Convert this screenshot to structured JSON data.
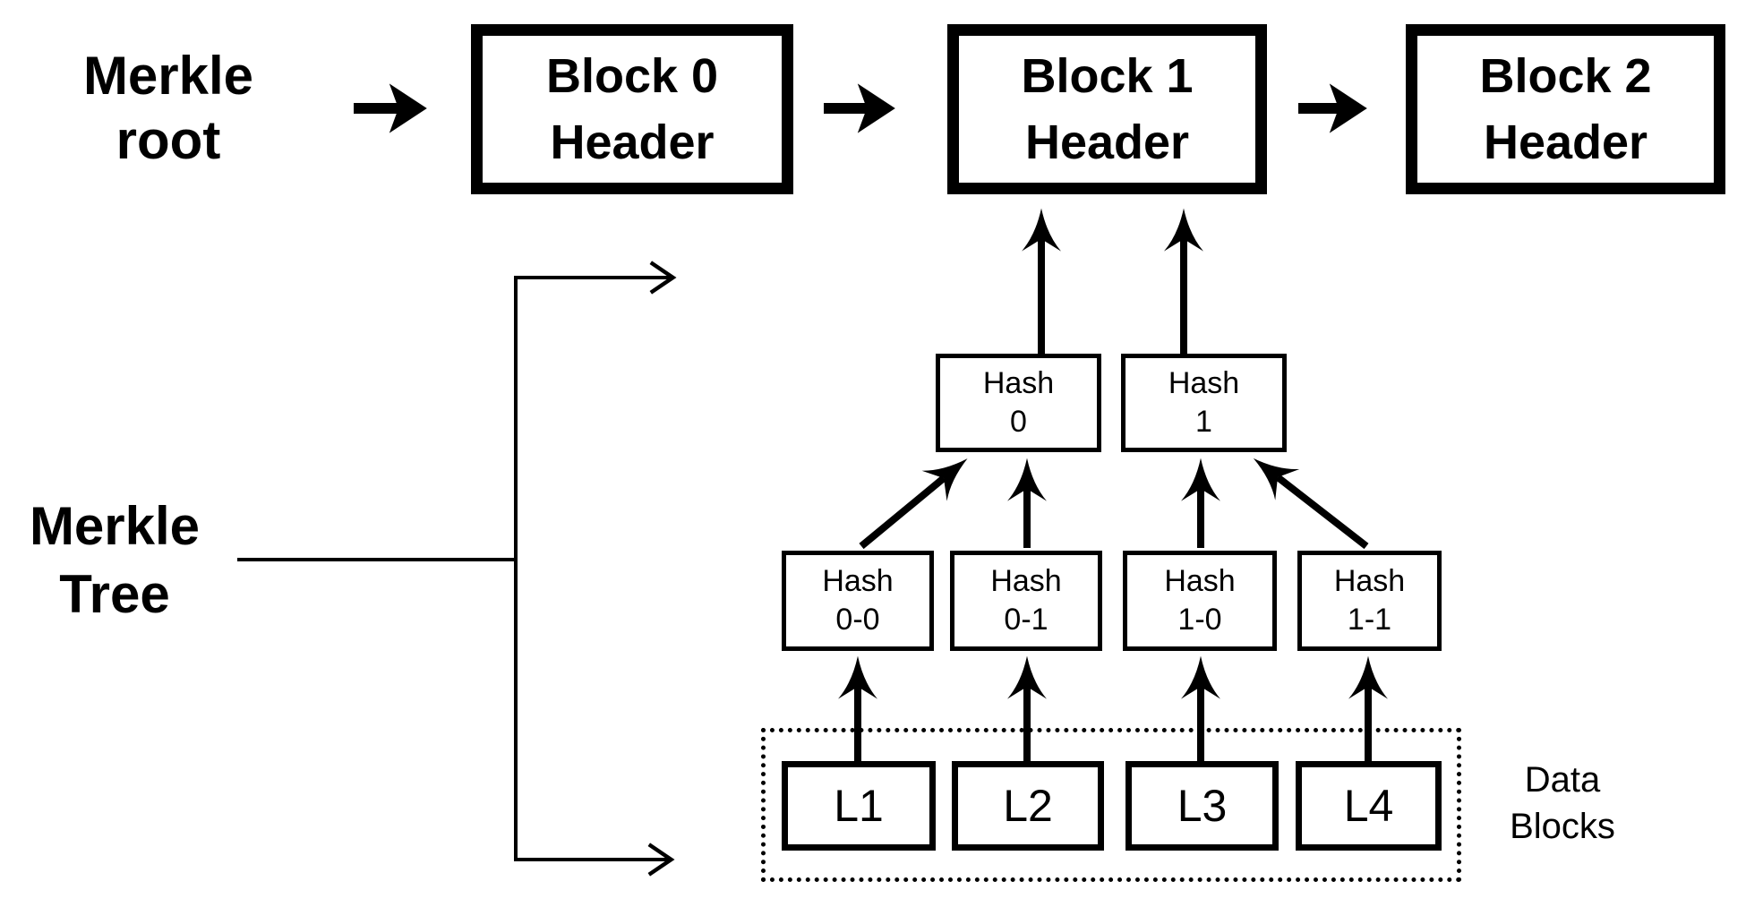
{
  "colors": {
    "ink": "#000000",
    "background": "#ffffff"
  },
  "chain": {
    "root_label": {
      "line1": "Merkle",
      "line2": "root"
    },
    "blocks": [
      {
        "line1": "Block 0",
        "line2": "Header"
      },
      {
        "line1": "Block 1",
        "line2": "Header"
      },
      {
        "line1": "Block 2",
        "line2": "Header"
      }
    ]
  },
  "tree": {
    "label": {
      "line1": "Merkle",
      "line2": "Tree"
    },
    "parent_hashes": [
      {
        "line1": "Hash",
        "line2": "0"
      },
      {
        "line1": "Hash",
        "line2": "1"
      }
    ],
    "leaf_hashes": [
      {
        "line1": "Hash",
        "line2": "0-0"
      },
      {
        "line1": "Hash",
        "line2": "0-1"
      },
      {
        "line1": "Hash",
        "line2": "1-0"
      },
      {
        "line1": "Hash",
        "line2": "1-1"
      }
    ]
  },
  "data_blocks": {
    "label": {
      "line1": "Data",
      "line2": "Blocks"
    },
    "items": [
      "L1",
      "L2",
      "L3",
      "L4"
    ]
  }
}
